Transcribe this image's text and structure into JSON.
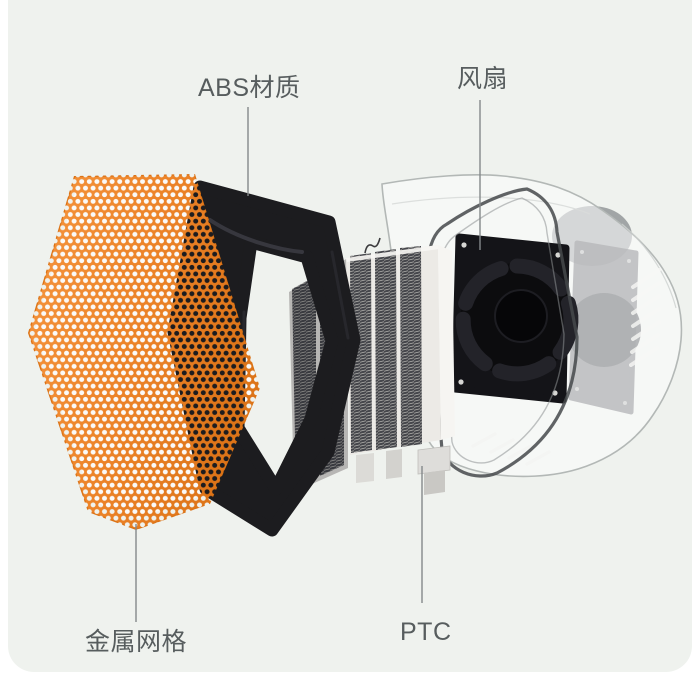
{
  "scene": {
    "description": "Exploded-view product diagram of a PTC fan heater",
    "canvas_color": "#eff2ee",
    "page_background": "#ffffff"
  },
  "colors": {
    "mesh_orange": "#ec8328",
    "mesh_orange_light": "#f5953f",
    "mesh_orange_dark": "#dd7418",
    "frame_black": "#1c1c1f",
    "label_text": "#575d5e",
    "leader_line": "#84888a",
    "ptc_fin": "#45464b",
    "housing_line": "#b3b8b6"
  },
  "callouts": [
    {
      "id": "abs-frame",
      "label": "ABS材质"
    },
    {
      "id": "fan",
      "label": "风扇"
    },
    {
      "id": "metal-mesh",
      "label": "金属网格"
    },
    {
      "id": "ptc-heater",
      "label": "PTC"
    }
  ],
  "illustration": {
    "parts": [
      "metal-mesh-grille",
      "abs-frame-ring",
      "ptc-heater-element",
      "axial-fan",
      "rear-fan",
      "transparent-housing"
    ]
  }
}
